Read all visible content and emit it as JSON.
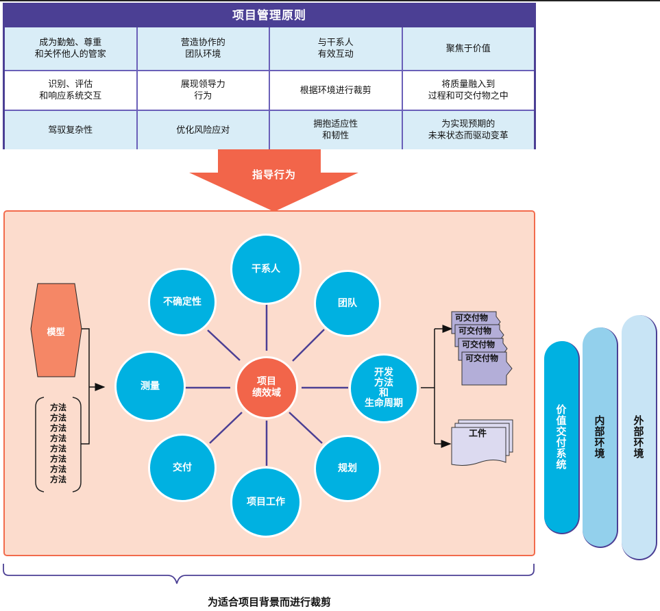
{
  "principles": {
    "title": "项目管理原则",
    "cells": [
      {
        "text": "成为勤勉、尊重\n和关怀他人的管家",
        "shade": "blue"
      },
      {
        "text": "营造协作的\n团队环境",
        "shade": "blue"
      },
      {
        "text": "与干系人\n有效互动",
        "shade": "blue"
      },
      {
        "text": "聚焦于价值",
        "shade": "blue"
      },
      {
        "text": "识别、评估\n和响应系统交互",
        "shade": "white"
      },
      {
        "text": "展现领导力\n行为",
        "shade": "white"
      },
      {
        "text": "根据环境进行裁剪",
        "shade": "white"
      },
      {
        "text": "将质量融入到\n过程和可交付物之中",
        "shade": "white"
      },
      {
        "text": "驾驭复杂性",
        "shade": "blue"
      },
      {
        "text": "优化风险应对",
        "shade": "blue"
      },
      {
        "text": "拥抱适应性\n和韧性",
        "shade": "blue"
      },
      {
        "text": "为实现预期的\n未来状态而驱动变革",
        "shade": "blue"
      }
    ]
  },
  "guide_arrow": {
    "label": "指导行为"
  },
  "inputs": {
    "model_label": "模型",
    "methods": [
      "方法",
      "方法",
      "方法",
      "方法",
      "方法",
      "方法",
      "方法",
      "方法"
    ]
  },
  "performance_domains": {
    "center": "项目\n绩效域",
    "domains": [
      {
        "id": "stakeholders",
        "label": "干系人"
      },
      {
        "id": "team",
        "label": "团队"
      },
      {
        "id": "development-approach",
        "label": "开发\n方法\n和\n生命周期"
      },
      {
        "id": "planning",
        "label": "规划"
      },
      {
        "id": "project-work",
        "label": "项目工作"
      },
      {
        "id": "delivery",
        "label": "交付"
      },
      {
        "id": "measurement",
        "label": "测量"
      },
      {
        "id": "uncertainty",
        "label": "不确定性"
      }
    ]
  },
  "outputs": {
    "deliverables": [
      "可交付物",
      "可交付物",
      "可交付物",
      "可交付物"
    ],
    "artifact": "工件"
  },
  "environments": [
    {
      "id": "value-delivery-system",
      "label": "价值交付系统",
      "color": "#00b1e1",
      "text_color": "#ffffff"
    },
    {
      "id": "internal-environment",
      "label": "内部环境",
      "color": "#93d0ec",
      "text_color": "#111111"
    },
    {
      "id": "external-environment",
      "label": "外部环境",
      "color": "#c8e4f5",
      "text_color": "#111111"
    }
  ],
  "caption": "为适合项目背景而进行裁剪",
  "colors": {
    "header_purple": "#4b3f94",
    "accent_orange": "#f2654a",
    "panel_bg": "#fcdccd",
    "domain_blue": "#00b1e1",
    "deliverable_purple": "#b3aed8",
    "artifact_lavender": "#dcdaf0"
  }
}
